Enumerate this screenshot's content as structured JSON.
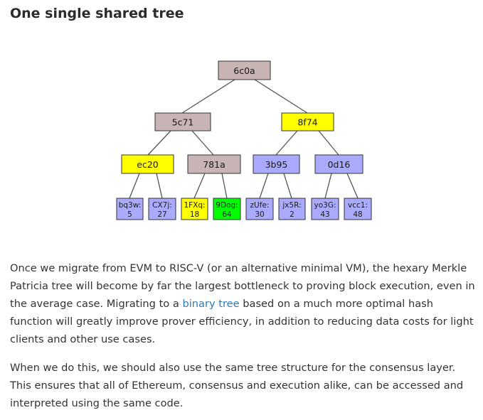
{
  "heading": "One single shared tree",
  "tree": {
    "root": "6c0a",
    "level1": [
      "5c71",
      "8f74"
    ],
    "level2": [
      "ec20",
      "781a",
      "3b95",
      "0d16"
    ],
    "leaves": [
      {
        "key": "bq3w:",
        "value": "5"
      },
      {
        "key": "CX7j:",
        "value": "27"
      },
      {
        "key": "1FXq:",
        "value": "18"
      },
      {
        "key": "9Dog:",
        "value": "64"
      },
      {
        "key": "zUfe:",
        "value": "30"
      },
      {
        "key": "jx5R:",
        "value": "2"
      },
      {
        "key": "yo3G:",
        "value": "43"
      },
      {
        "key": "vcc1:",
        "value": "48"
      }
    ],
    "colors": {
      "gray": "#c8b4b4",
      "yellow": "#ffff00",
      "blue": "#aaaaff",
      "green": "#00ff00"
    }
  },
  "paragraph1": {
    "before": "Once we migrate from EVM to RISC-V (or an alternative minimal VM), the hexary Merkle Patricia tree will become by far the largest bottleneck to proving block execution, even in the average case. Migrating to a ",
    "link": "binary tree",
    "after": " based on a much more optimal hash function will greatly improve prover efficiency, in addition to reducing data costs for light clients and other use cases."
  },
  "paragraph2": "When we do this, we should also use the same tree structure for the consensus layer. This ensures that all of Ethereum, consensus and execution alike, can be accessed and interpreted using the same code."
}
